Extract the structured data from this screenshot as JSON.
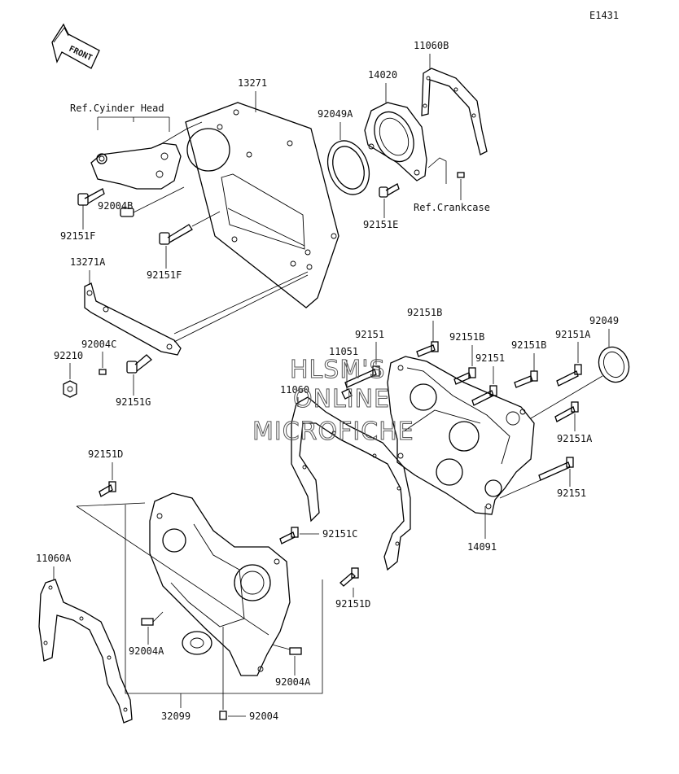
{
  "diagram_code": "E1431",
  "front_badge": "FRONT",
  "watermark": [
    "HLSM'S",
    "ONLINE",
    "MICROFICHE"
  ],
  "references": {
    "cylinder_head": "Ref.Cyinder Head",
    "crankcase": "Ref.Crankcase"
  },
  "labels": {
    "p11060b": "11060B",
    "p14020": "14020",
    "p13271": "13271",
    "p92049a": "92049A",
    "p92004b": "92004B",
    "p92151f_a": "92151F",
    "p92151f_b": "92151F",
    "p92151e": "92151E",
    "p13271a": "13271A",
    "p92004c": "92004C",
    "p92210": "92210",
    "p92151g": "92151G",
    "p92151b_1": "92151B",
    "p92151b_2": "92151B",
    "p92151b_3": "92151B",
    "p92151_1": "92151",
    "p92151_2": "92151",
    "p92151_3": "92151",
    "p92151a_1": "92151A",
    "p92151a_2": "92151A",
    "p92049": "92049",
    "p11051": "11051",
    "p11060": "11060",
    "p14091": "14091",
    "p92151d_1": "92151D",
    "p92151d_2": "92151D",
    "p92151c": "92151C",
    "p11060a": "11060A",
    "p92004a_1": "92004A",
    "p92004a_2": "92004A",
    "p32099": "32099",
    "p92004": "92004"
  }
}
